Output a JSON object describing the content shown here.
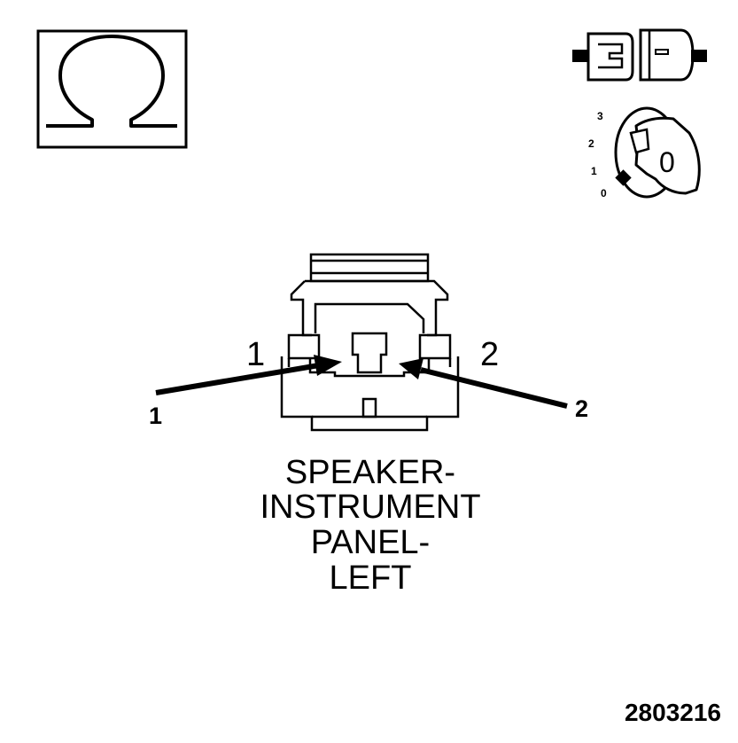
{
  "ohm_symbol": {
    "icon": "ohm-icon"
  },
  "connector_icon": {
    "icon": "connector-disconnected-icon"
  },
  "ignition_icon": {
    "icon": "ignition-key-icon",
    "positions": [
      "3",
      "2",
      "1",
      "0"
    ],
    "selected": "0",
    "key_label": "0"
  },
  "connector": {
    "cavity_labels": [
      "1",
      "2"
    ],
    "callouts": [
      "1",
      "2"
    ]
  },
  "title": {
    "lines": [
      "SPEAKER-",
      "INSTRUMENT",
      "PANEL-",
      "LEFT"
    ]
  },
  "figure_number": "2803216",
  "colors": {
    "ink": "#000000",
    "background": "#ffffff"
  }
}
